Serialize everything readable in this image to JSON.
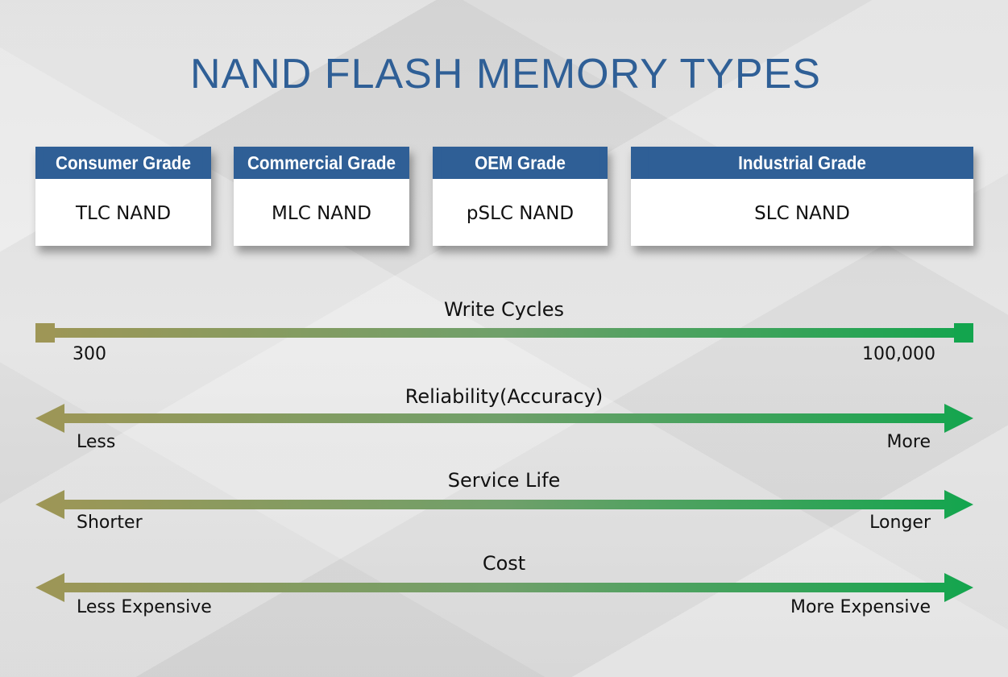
{
  "title": "NAND FLASH MEMORY TYPES",
  "grades": [
    {
      "header": "Consumer Grade",
      "type": "TLC NAND"
    },
    {
      "header": "Commercial Grade",
      "type": "MLC NAND"
    },
    {
      "header": "OEM Grade",
      "type": "pSLC NAND"
    },
    {
      "header": "Industrial Grade",
      "type": "SLC NAND"
    }
  ],
  "scales": [
    {
      "title": "Write Cycles",
      "left": "300",
      "right": "100,000"
    },
    {
      "title": "Reliability(Accuracy)",
      "left": "Less",
      "right": "More"
    },
    {
      "title": "Service Life",
      "left": "Shorter",
      "right": "Longer"
    },
    {
      "title": "Cost",
      "left": "Less Expensive",
      "right": "More Expensive"
    }
  ],
  "colors": {
    "header": "#2f5f96",
    "low": "#9e9656",
    "high": "#13a54e"
  }
}
